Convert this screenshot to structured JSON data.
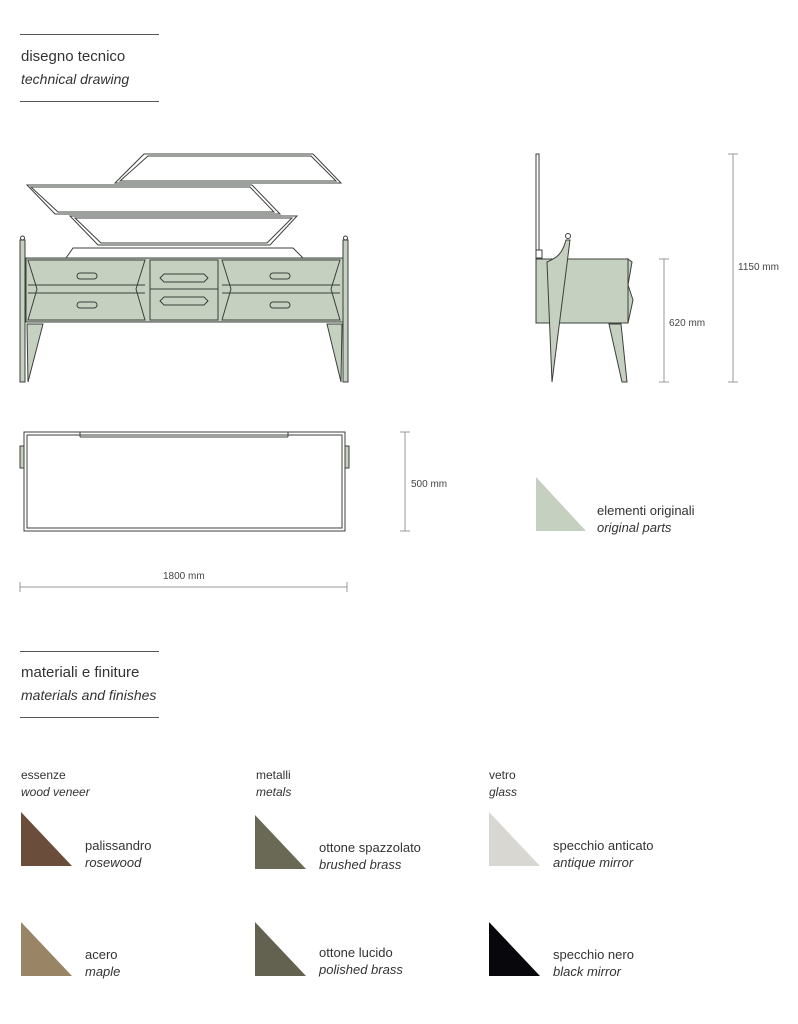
{
  "section_drawing": {
    "title_it": "disegno tecnico",
    "title_en": "technical drawing"
  },
  "dimensions": {
    "total_height": "1150 mm",
    "body_height": "620 mm",
    "depth": "500 mm",
    "width": "1800 mm"
  },
  "legend": {
    "label_it": "elementi originali",
    "label_en": "original parts",
    "color": "#c6d0c1"
  },
  "section_materials": {
    "title_it": "materiali e finiture",
    "title_en": "materials and finishes"
  },
  "materials": [
    {
      "cat_it": "essenze",
      "cat_en": "wood veneer",
      "items": [
        {
          "it": "palissandro",
          "en": "rosewood",
          "color": "#6a4e3b"
        },
        {
          "it": "acero",
          "en": "maple",
          "color": "#9a8466"
        }
      ]
    },
    {
      "cat_it": "metalli",
      "cat_en": "metals",
      "items": [
        {
          "it": "ottone spazzolato",
          "en": "brushed brass",
          "color": "#6a6956"
        },
        {
          "it": "ottone lucido",
          "en": "polished brass",
          "color": "#636250"
        }
      ]
    },
    {
      "cat_it": "vetro",
      "cat_en": "glass",
      "items": [
        {
          "it": "specchio anticato",
          "en": "antique mirror",
          "color": "#d9d7d1"
        },
        {
          "it": "specchio nero",
          "en": "black mirror",
          "color": "#08080c"
        }
      ]
    }
  ]
}
